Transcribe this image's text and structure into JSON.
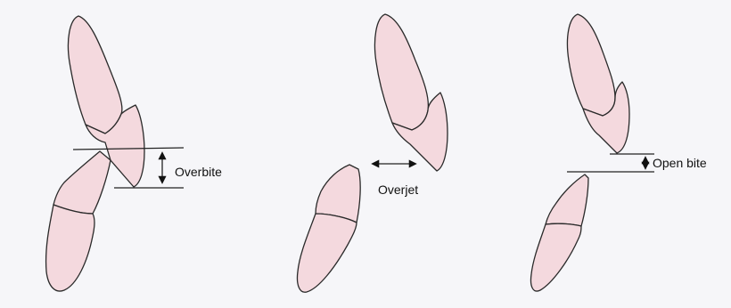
{
  "diagram": {
    "colors": {
      "background": "#f6f6f9",
      "tooth_fill": "#f4d9de",
      "tooth_stroke": "#2a2a2a",
      "line": "#222222"
    },
    "panels": [
      {
        "id": "overbite",
        "label": "Overbite"
      },
      {
        "id": "overjet",
        "label": "Overjet"
      },
      {
        "id": "open-bite",
        "label": "Open bite"
      }
    ]
  }
}
